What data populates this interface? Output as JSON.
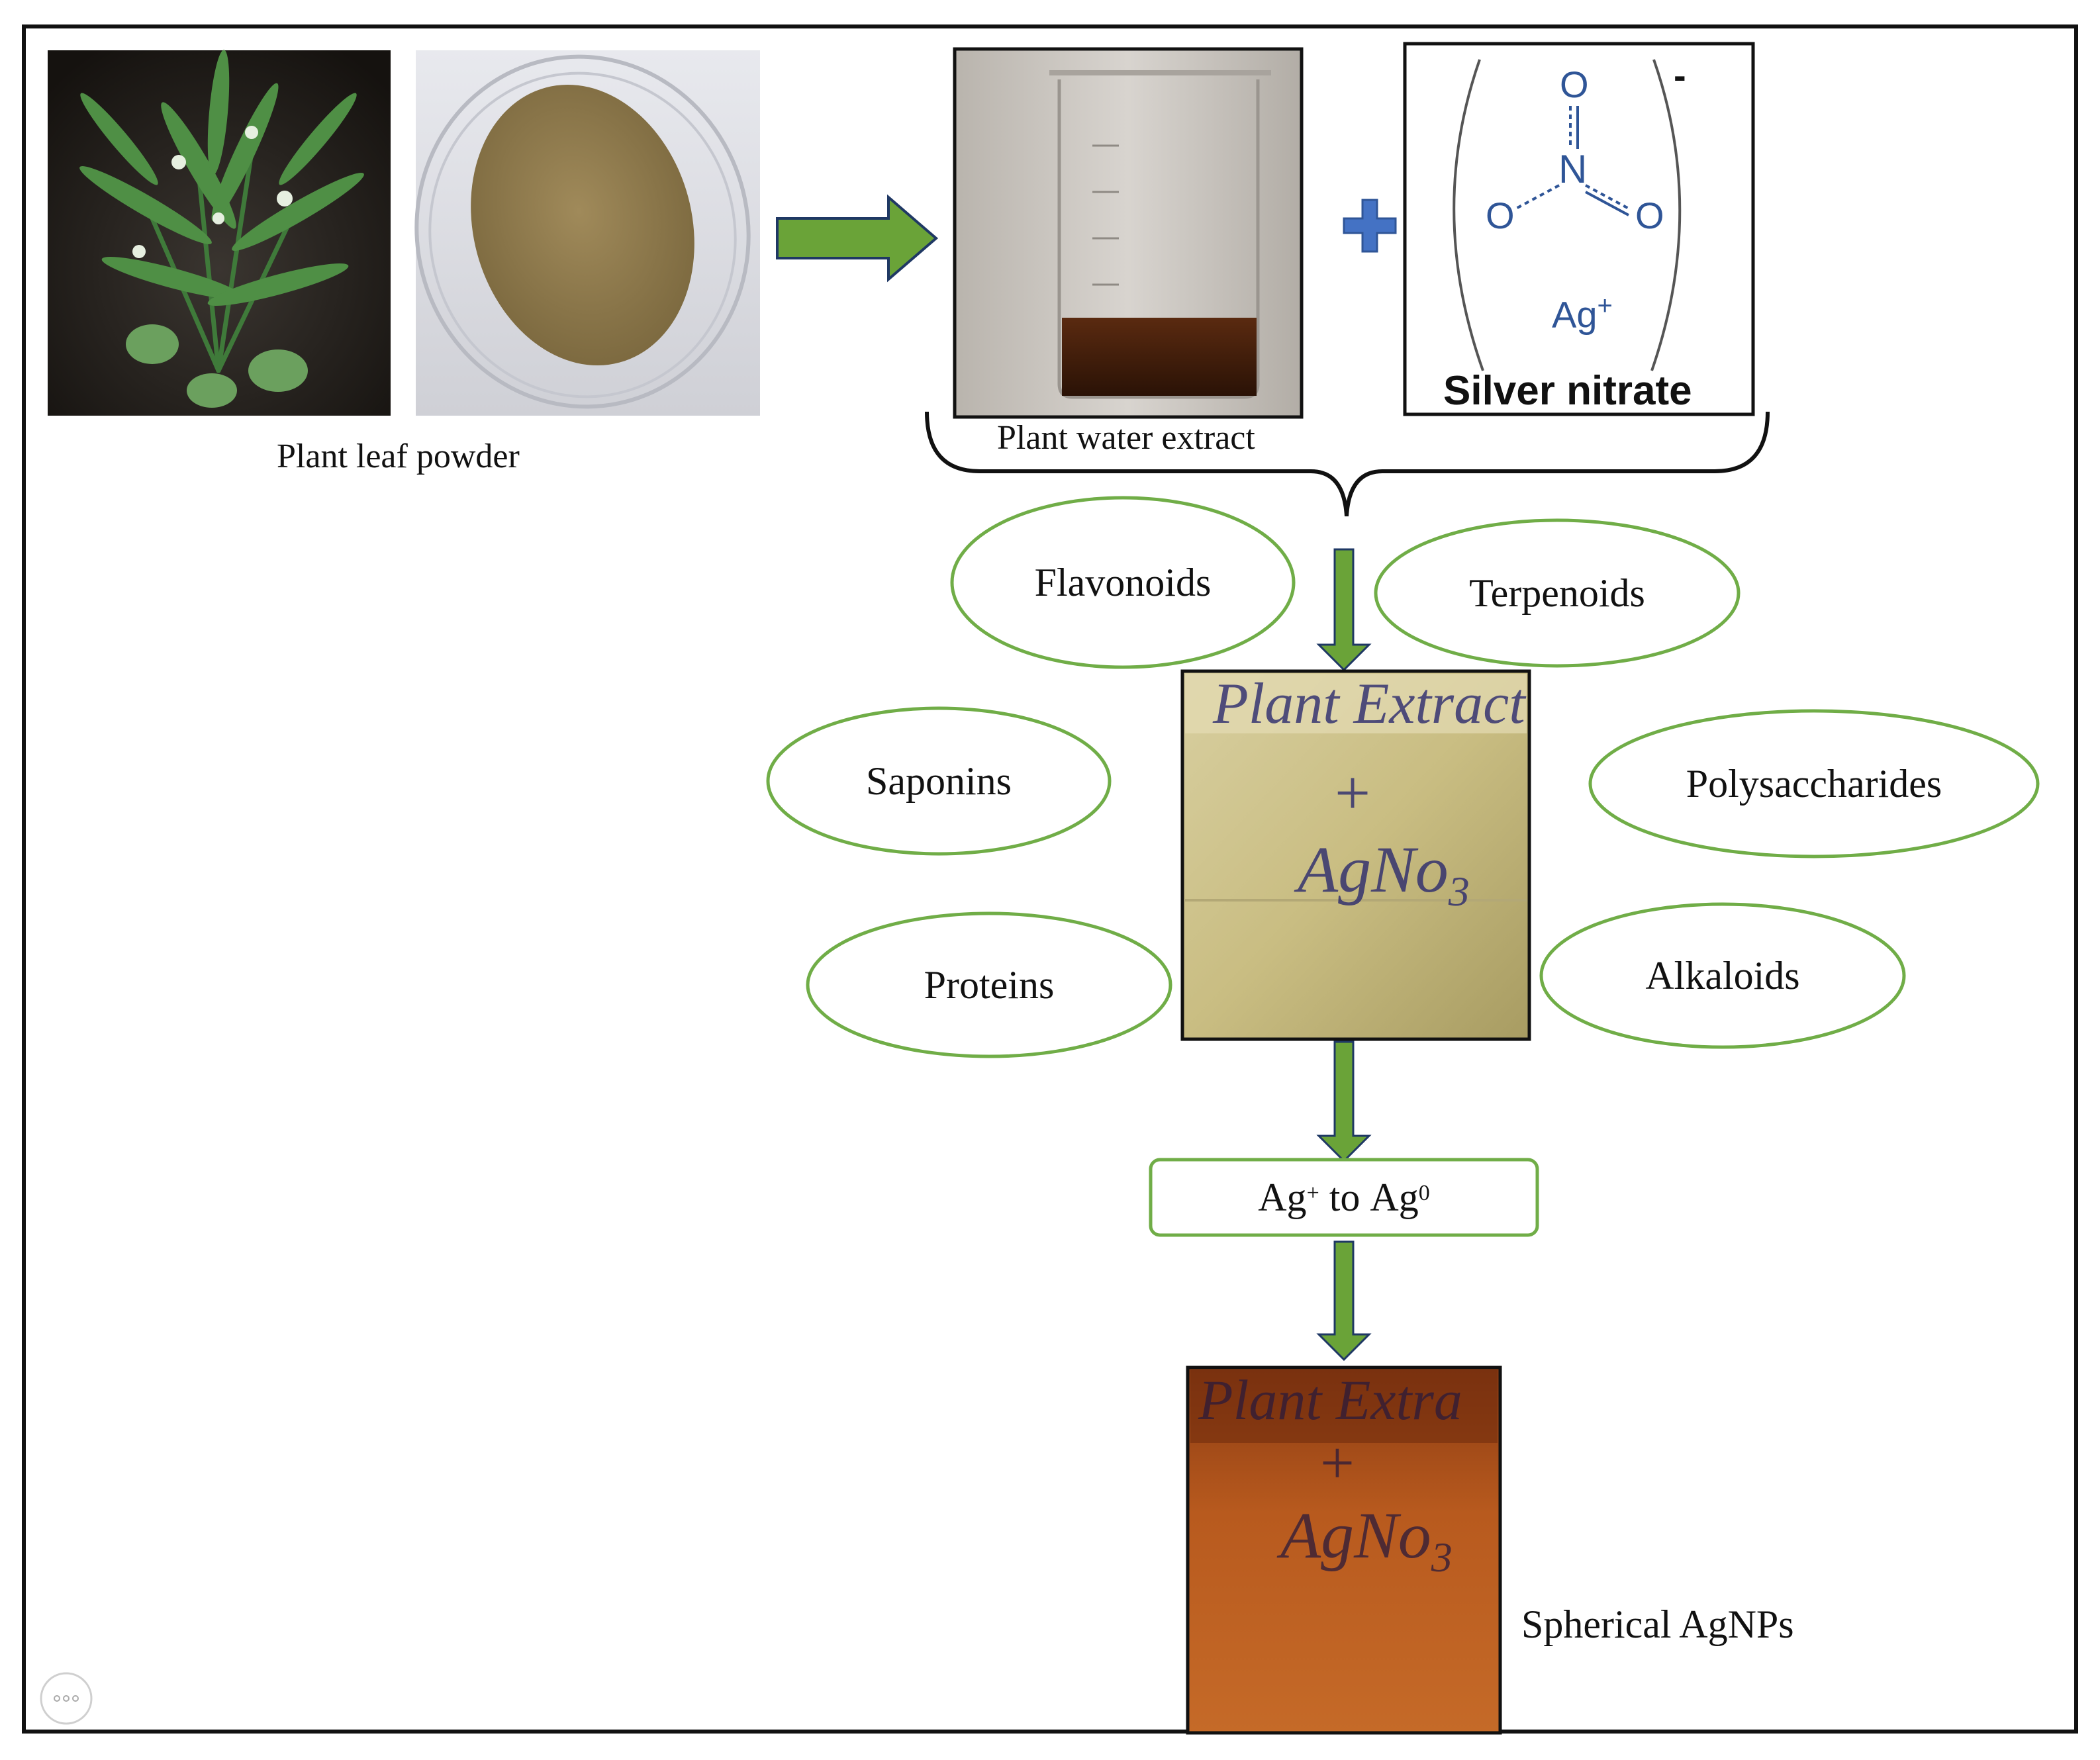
{
  "colors": {
    "frame": "#111111",
    "arrow_fill": "#6aa338",
    "arrow_stroke": "#1f3864",
    "ellipse_stroke": "#70ad47",
    "plus": "#4472c4",
    "chem_blue": "#2f5597"
  },
  "top_row": {
    "plant_label": "Plant leaf powder",
    "extract_label": "Plant water extract",
    "silver": {
      "title": "Silver nitrate",
      "atom_o": "O",
      "atom_n": "N",
      "charge_minus": "-",
      "cation": "Ag",
      "cation_charge": "+"
    }
  },
  "phytochemicals": [
    {
      "label": "Flavonoids"
    },
    {
      "label": "Terpenoids"
    },
    {
      "label": "Saponins"
    },
    {
      "label": "Polysaccharides"
    },
    {
      "label": "Proteins"
    },
    {
      "label": "Alkaloids"
    }
  ],
  "mixture": {
    "handwriting_line1": "Plant Extract",
    "handwriting_line2": "+",
    "handwriting_line3": "AgNo",
    "handwriting_sub": "3"
  },
  "conversion": {
    "from": "Ag",
    "from_charge": "+",
    "connector": " to ",
    "to": "Ag",
    "to_charge": "0"
  },
  "result": {
    "label": "Spherical AgNPs",
    "handwriting_line1": "Plant Extra",
    "handwriting_line2": "+",
    "handwriting_line3": "AgNo",
    "handwriting_sub": "3"
  },
  "corner_icon": "more-options-icon"
}
